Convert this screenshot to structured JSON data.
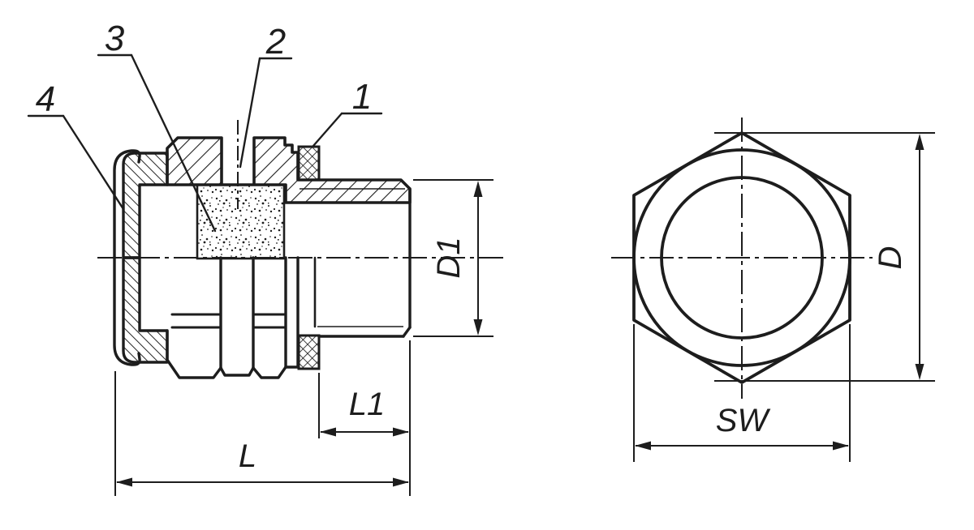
{
  "colors": {
    "background": "#ffffff",
    "line": "#1d1d1d"
  },
  "callouts": {
    "c1": {
      "label": "1"
    },
    "c2": {
      "label": "2"
    },
    "c3": {
      "label": "3"
    },
    "c4": {
      "label": "4"
    }
  },
  "dimensions": {
    "d1": {
      "label": "D1"
    },
    "l1": {
      "label": "L1"
    },
    "l": {
      "label": "L"
    },
    "d": {
      "label": "D"
    },
    "sw": {
      "label": "SW"
    }
  }
}
